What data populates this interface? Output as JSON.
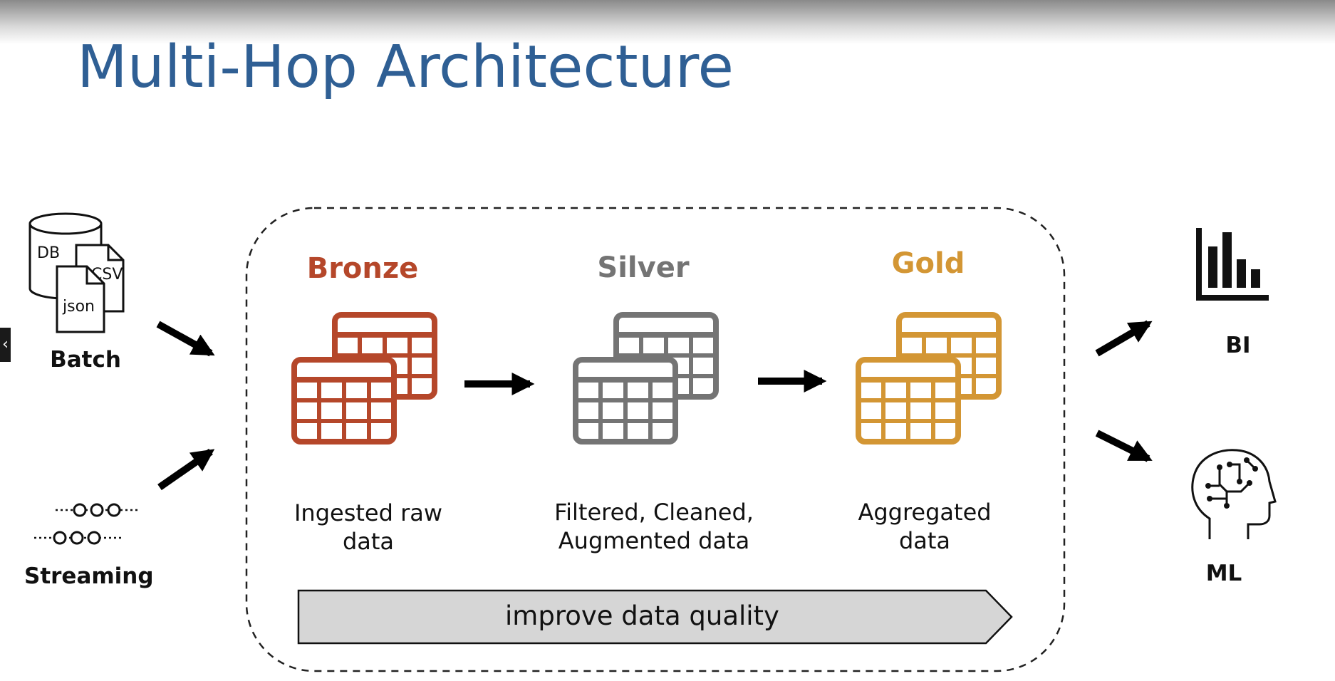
{
  "title": "Multi-Hop Architecture",
  "side_tab_glyph": "‹",
  "sources": [
    {
      "label": "Batch",
      "icon": "batch-files-icon",
      "file_labels": [
        "DB",
        "CSV",
        "json"
      ]
    },
    {
      "label": "Streaming",
      "icon": "stream-icon"
    }
  ],
  "tiers": [
    {
      "name": "Bronze",
      "color": "#b5472a",
      "desc_lines": [
        "Ingested raw",
        "data"
      ]
    },
    {
      "name": "Silver",
      "color": "#747474",
      "desc_lines": [
        "Filtered, Cleaned,",
        "Augmented data"
      ]
    },
    {
      "name": "Gold",
      "color": "#d39634",
      "desc_lines": [
        "Aggregated",
        "data"
      ]
    }
  ],
  "banner": {
    "label": "improve data quality",
    "fill": "#d6d6d6"
  },
  "outputs": [
    {
      "label": "BI",
      "icon": "bar-chart-icon"
    },
    {
      "label": "ML",
      "icon": "ai-head-icon"
    }
  ]
}
